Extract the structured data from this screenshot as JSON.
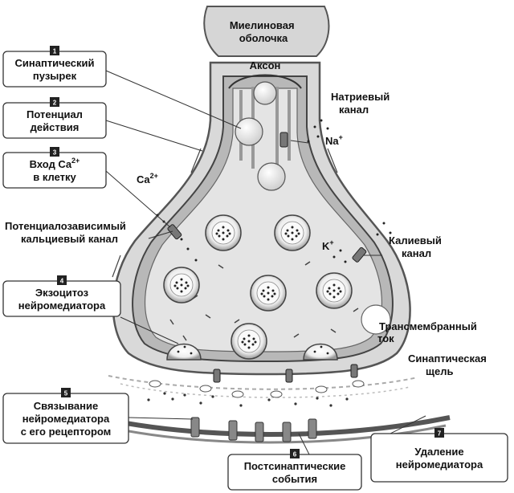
{
  "labels": {
    "myelin": [
      "Миелиновая",
      "оболочка"
    ],
    "axon": "Аксон",
    "sodium_channel": [
      "Натриевый",
      "канал"
    ],
    "sodium_ion": "Na",
    "sodium_sup": "+",
    "calcium_ion": "Ca",
    "calcium_sup": "2+",
    "potassium_ion": "K",
    "potassium_sup": "+",
    "potassium_channel": [
      "Калиевый",
      "канал"
    ],
    "voltage_ca_channel": [
      "Потенциалозависимый",
      "кальциевый канал"
    ],
    "transmembrane": [
      "Трансмембранный",
      "ток"
    ],
    "cleft": [
      "Синаптическая",
      "щель"
    ]
  },
  "steps": [
    {
      "num": "1",
      "lines": [
        "Синаптический",
        "пузырек"
      ]
    },
    {
      "num": "2",
      "lines": [
        "Потенциал",
        "действия"
      ]
    },
    {
      "num": "3",
      "lines": [
        "Вход Ca",
        "в клетку"
      ],
      "sup": "2+"
    },
    {
      "num": "4",
      "lines": [
        "Экзоцитоз",
        "нейромедиатора"
      ]
    },
    {
      "num": "5",
      "lines": [
        "Связывание",
        "нейромедиатора",
        "с его рецептором"
      ]
    },
    {
      "num": "6",
      "lines": [
        "Постсинаптические",
        "события"
      ]
    },
    {
      "num": "7",
      "lines": [
        "Удаление",
        "нейромедиатора"
      ]
    }
  ]
}
